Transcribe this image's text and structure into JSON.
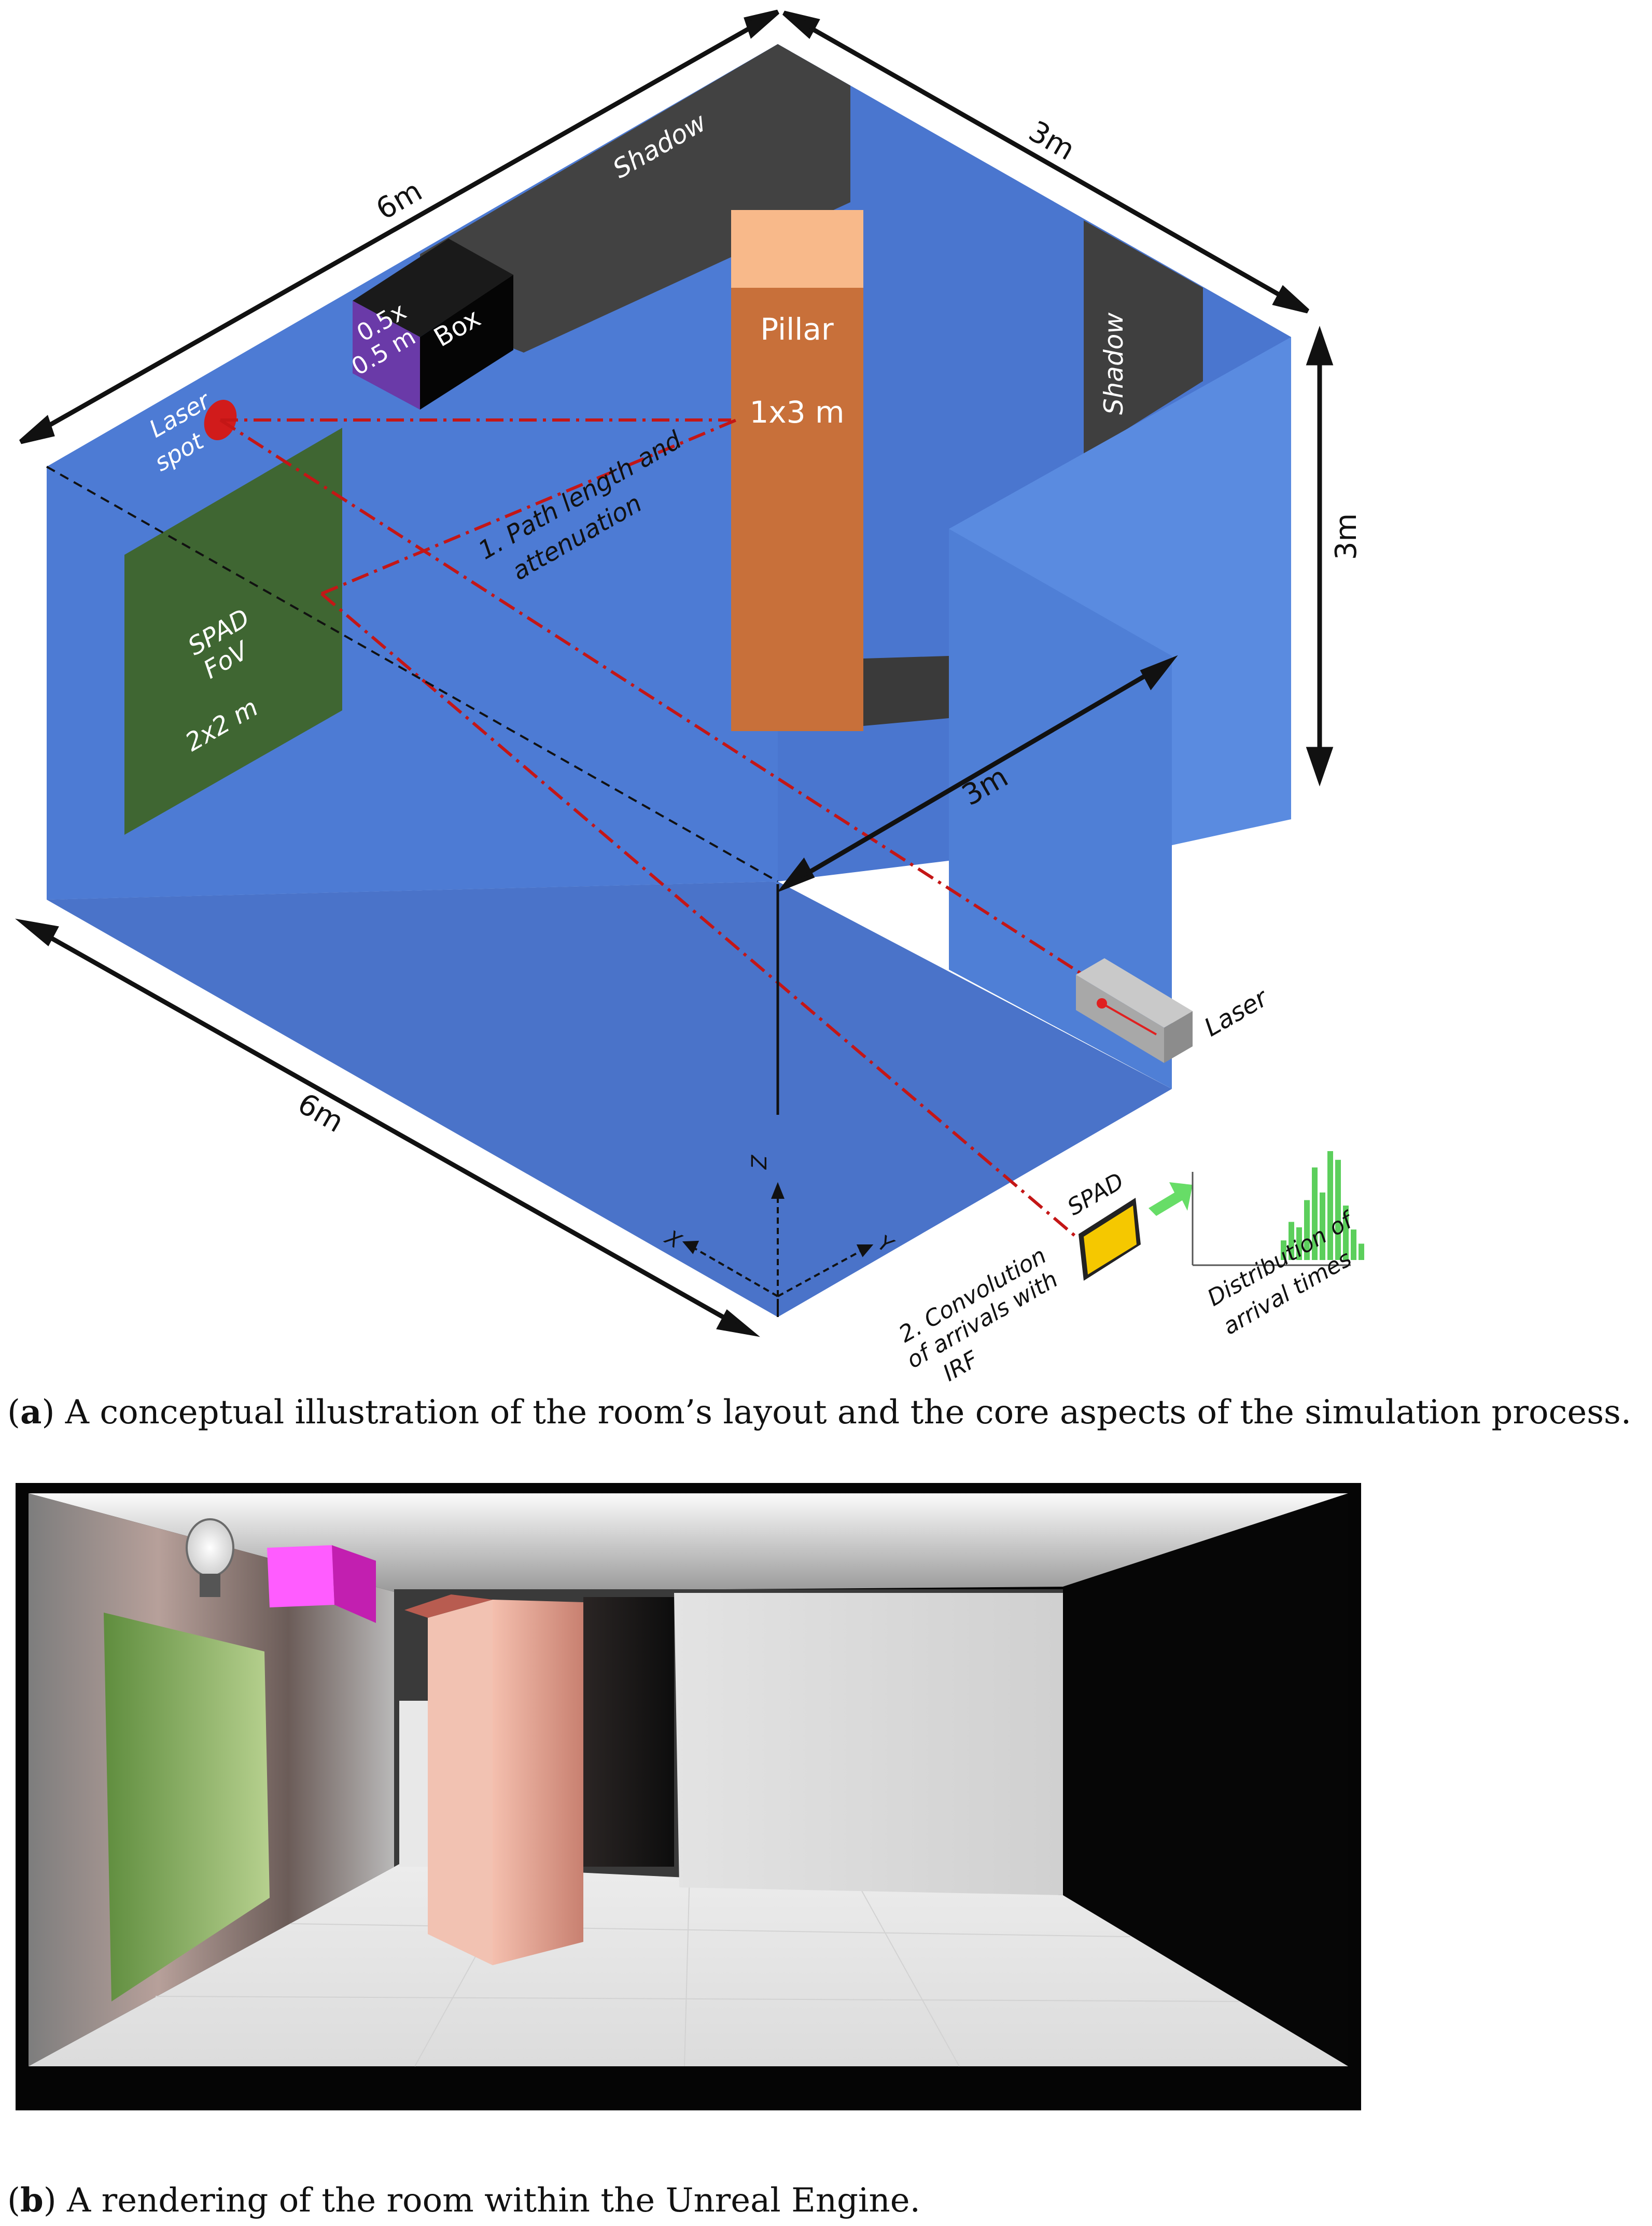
{
  "panel_a": {
    "dims": {
      "top_left_width": "6m",
      "top_right_depth": "3m",
      "right_height": "3m",
      "inner_depth": "3m",
      "bottom_width": "6m"
    },
    "labels": {
      "shadow_back": "Shadow",
      "shadow_right": "Shadow",
      "box_name": "Box",
      "box_size_line1": "0.5x",
      "box_size_line2": "0.5 m",
      "pillar_name": "Pillar",
      "pillar_size": "1x3 m",
      "laser_spot_line1": "Laser",
      "laser_spot_line2": "spot",
      "path_line1": "1. Path length and",
      "path_line2": "attenuation",
      "fov_line1": "SPAD",
      "fov_line2": "FoV",
      "fov_size": "2x2 m",
      "laser": "Laser",
      "spad": "SPAD",
      "conv_line1": "2. Convolution",
      "conv_line2": "of arrivals with",
      "conv_line3": "IRF",
      "dist_line1": "Distribution of",
      "dist_line2": "arrival times",
      "axis_x": "X",
      "axis_y": "Y",
      "axis_z": "Z"
    },
    "histogram": [
      0.18,
      0.35,
      0.3,
      0.55,
      0.85,
      0.62,
      1.0,
      0.92,
      0.5,
      0.28,
      0.15
    ],
    "colors": {
      "wall_blue": "#4a77cd",
      "floor_blue": "#4a73c9",
      "shadow": "#3f3f3f",
      "pillar": "#c8703a",
      "pillar_top": "#f8b98a",
      "fov": "#3f6632",
      "box_front": "#6a3aa8",
      "laser_red": "#cc1f1f",
      "spad_yellow": "#f5c800",
      "hist_green": "#5ccf5c"
    }
  },
  "captions": {
    "a_bold": "a",
    "a_text": ") A conceptual illustration of the room’s layout and the core aspects of the simulation process.",
    "b_bold": "b",
    "b_text": ") A rendering of the room within the Unreal Engine."
  }
}
